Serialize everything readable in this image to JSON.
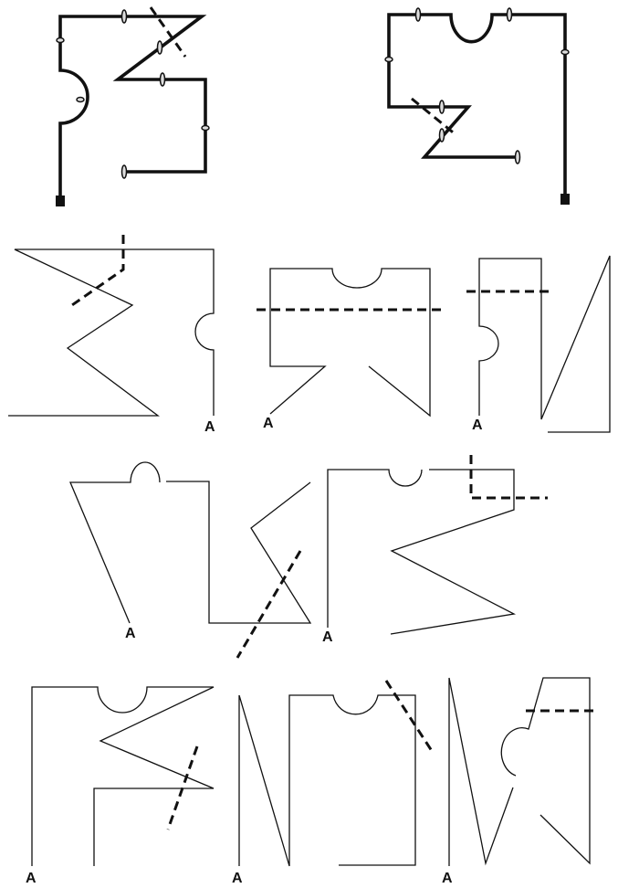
{
  "labels": {
    "fig3": "A",
    "fig4": "A",
    "fig5": "A",
    "fig6": "A",
    "fig7": "A",
    "fig8": "A",
    "fig9": "A",
    "fig10": "A"
  }
}
